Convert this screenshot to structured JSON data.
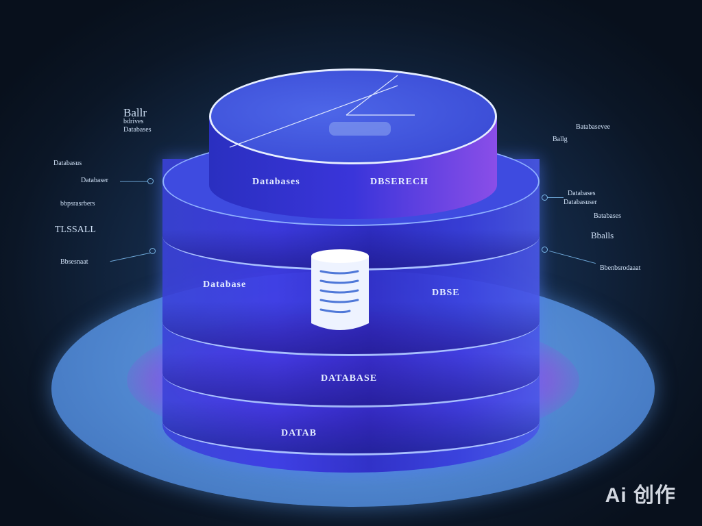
{
  "illustration": {
    "subject": "database-cylinder",
    "colors": {
      "base_disc": "#5a8cd0",
      "glow": "#b24ce6",
      "cylinder": "#3e3ae6",
      "background": "#0b1626"
    }
  },
  "left_labels": [
    "Ballr",
    "bdrives",
    "Databases",
    "Databasus",
    "Databaser",
    "bbpsrasrbers",
    "TLSSALL",
    "Bbsesnaat"
  ],
  "right_labels": [
    "Batabasevee",
    "Ballg",
    "Databases",
    "Databasuser",
    "Batabases",
    "Bballs",
    "Bbenbsrodaaat"
  ],
  "band_texts": [
    "Databases",
    "DBSERECH",
    "Database",
    "DBSE",
    "DATABASE",
    "DATAB"
  ],
  "watermark": "Ai 创作"
}
